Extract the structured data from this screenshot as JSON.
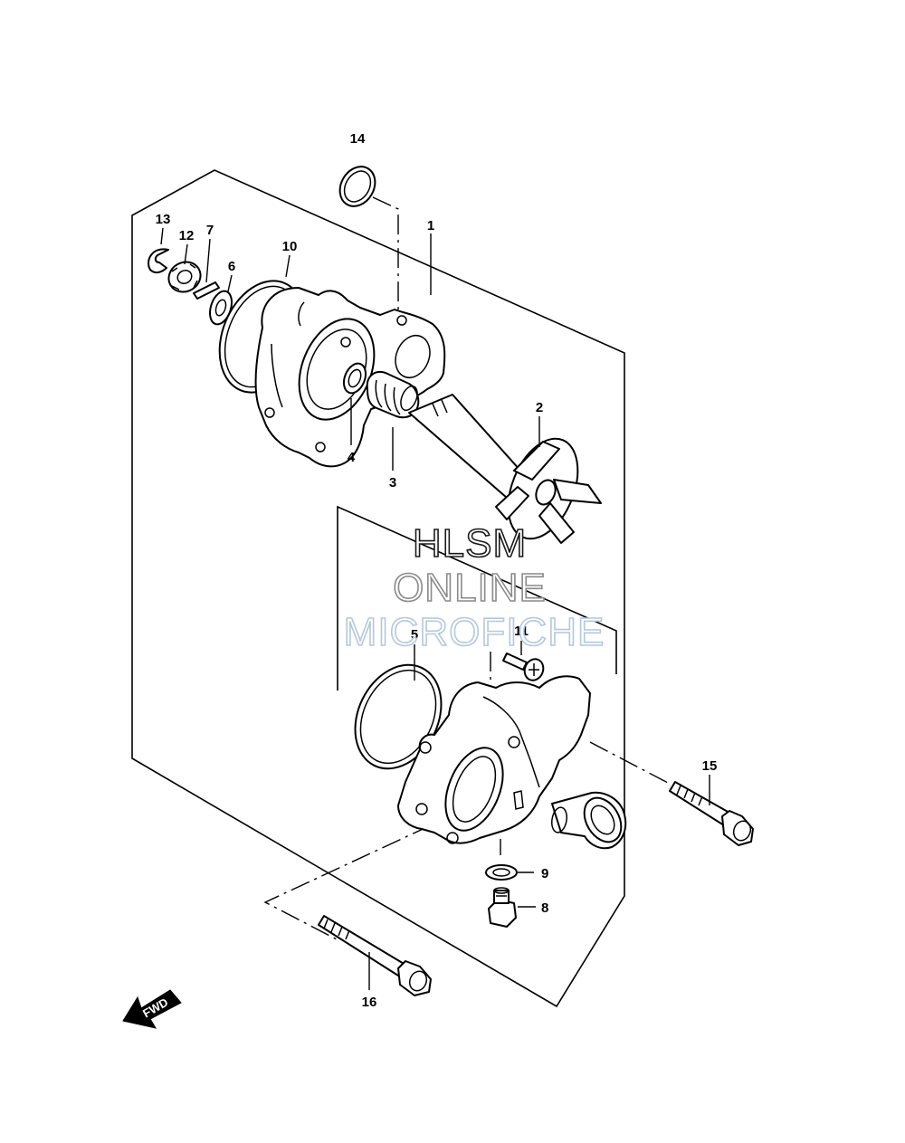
{
  "callouts": [
    {
      "id": "c1",
      "label": "1"
    },
    {
      "id": "c2",
      "label": "2"
    },
    {
      "id": "c3",
      "label": "3"
    },
    {
      "id": "c4",
      "label": "4"
    },
    {
      "id": "c5",
      "label": "5"
    },
    {
      "id": "c6",
      "label": "6"
    },
    {
      "id": "c7",
      "label": "7"
    },
    {
      "id": "c8",
      "label": "8"
    },
    {
      "id": "c9",
      "label": "9"
    },
    {
      "id": "c10",
      "label": "10"
    },
    {
      "id": "c11",
      "label": "11"
    },
    {
      "id": "c12",
      "label": "12"
    },
    {
      "id": "c13",
      "label": "13"
    },
    {
      "id": "c14",
      "label": "14"
    },
    {
      "id": "c15",
      "label": "15"
    },
    {
      "id": "c16",
      "label": "16"
    }
  ],
  "watermark": {
    "line1": "HLSM",
    "line2": "ONLINE",
    "line3": "MICROFICHE"
  },
  "fwd_label": "FWD",
  "colors": {
    "line": "#000000",
    "background": "#ffffff",
    "watermark_line1": "#1a1a1a",
    "watermark_line2": "#8a8a8a",
    "watermark_line3": "#b4c8dc"
  }
}
